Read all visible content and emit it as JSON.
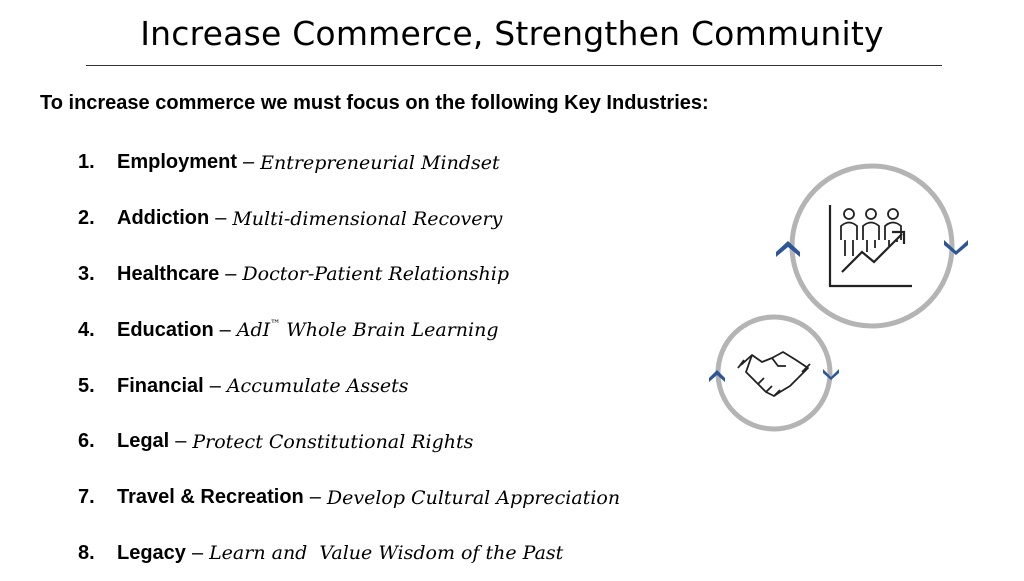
{
  "slide": {
    "title": "Increase Commerce, Strengthen Community",
    "intro": "To increase commerce we must focus on the following Key Industries:",
    "dash": "–",
    "items": [
      {
        "num": "1.",
        "term": "Employment",
        "desc": "Entrepreneurial Mindset",
        "tm": ""
      },
      {
        "num": "2.",
        "term": "Addiction",
        "desc": "Multi-dimensional Recovery",
        "tm": ""
      },
      {
        "num": "3.",
        "term": "Healthcare",
        "desc": "Doctor-Patient Relationship",
        "tm": ""
      },
      {
        "num": "4.",
        "term": "Education",
        "desc_pre": "AdI",
        "tm": "™",
        "desc": " Whole Brain Learning"
      },
      {
        "num": "5.",
        "term": "Financial",
        "desc": "Accumulate Assets",
        "tm": ""
      },
      {
        "num": "6.",
        "term": "Legal",
        "desc": "Protect Constitutional Rights",
        "tm": ""
      },
      {
        "num": "7.",
        "term": "Travel & Recreation",
        "desc": "Develop Cultural Appreciation",
        "tm": ""
      },
      {
        "num": "8.",
        "term": "Legacy",
        "desc": "Learn and  Value Wisdom of the Past",
        "tm": ""
      }
    ]
  },
  "graphic": {
    "top_icon": "people-growth-chart-icon",
    "bottom_icon": "handshake-icon",
    "ring_color": "#b4b4b4",
    "arrow_color": "#2e5597"
  }
}
